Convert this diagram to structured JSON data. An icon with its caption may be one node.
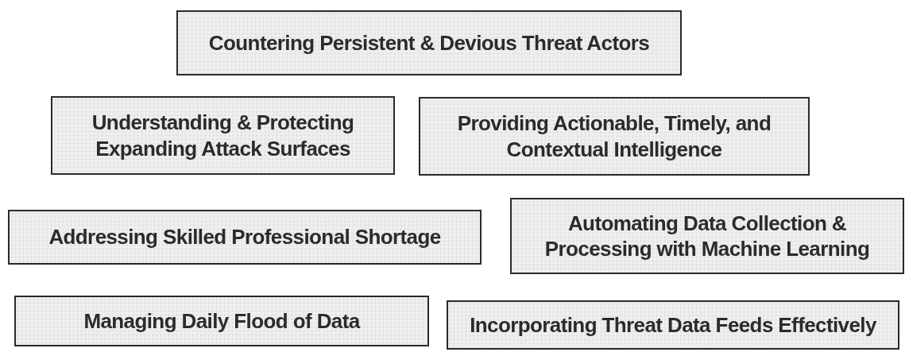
{
  "diagram": {
    "nodes": [
      {
        "text": [
          "Countering Persistent & Devious Threat Actors"
        ]
      },
      {
        "text": [
          "Understanding & Protecting Expanding Attack Surfaces"
        ]
      },
      {
        "text": [
          "Providing Actionable, Timely, and Contextual Intelligence"
        ]
      },
      {
        "text": [
          "Addressing Skilled Professional Shortage"
        ]
      },
      {
        "text": [
          "Automating Data Collection & Processing with Machine Learning"
        ]
      },
      {
        "text": [
          "Managing Daily Flood of Data"
        ]
      },
      {
        "text": [
          "Incorporating Threat Data Feeds Effectively"
        ]
      }
    ]
  }
}
